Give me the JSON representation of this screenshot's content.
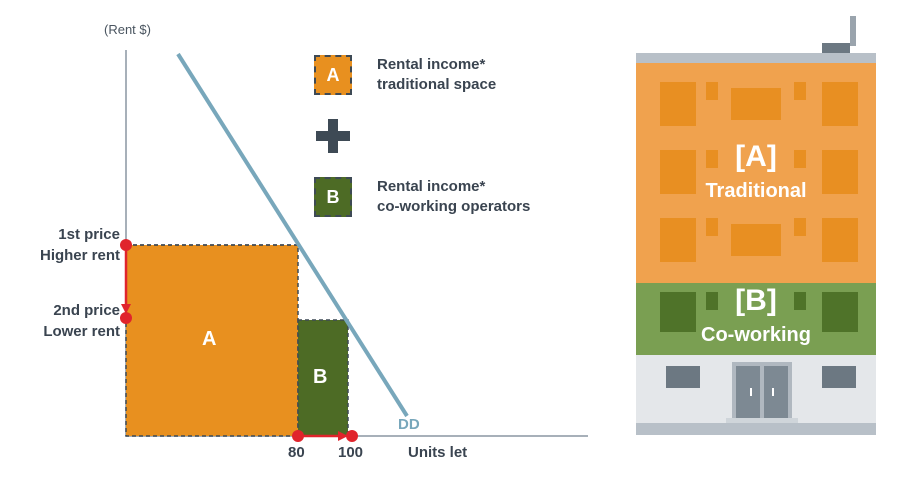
{
  "axis": {
    "y_title": "(Rent $)",
    "x_title": "Units let",
    "y_labels": [
      "1st price",
      "Higher rent",
      "2nd price",
      "Lower rent"
    ],
    "x_ticks": [
      "80",
      "100"
    ]
  },
  "curve_label": "DD",
  "regions": {
    "a": "A",
    "b": "B"
  },
  "legend": {
    "a_box": "A",
    "a_line1": "Rental income*",
    "a_line2": "traditional space",
    "plus": "+",
    "b_box": "B",
    "b_line1": "Rental income*",
    "b_line2": "co-working operators"
  },
  "building": {
    "a_code": "[A]",
    "a_name": "Traditional",
    "b_code": "[B]",
    "b_name": "Co-working"
  },
  "colors": {
    "orange": "#e8901f",
    "green": "#4d6b25",
    "dd_line": "#78a7bb",
    "red": "#e0242c",
    "building_orange": "#f0a24e",
    "building_green": "#7a9f52"
  }
}
